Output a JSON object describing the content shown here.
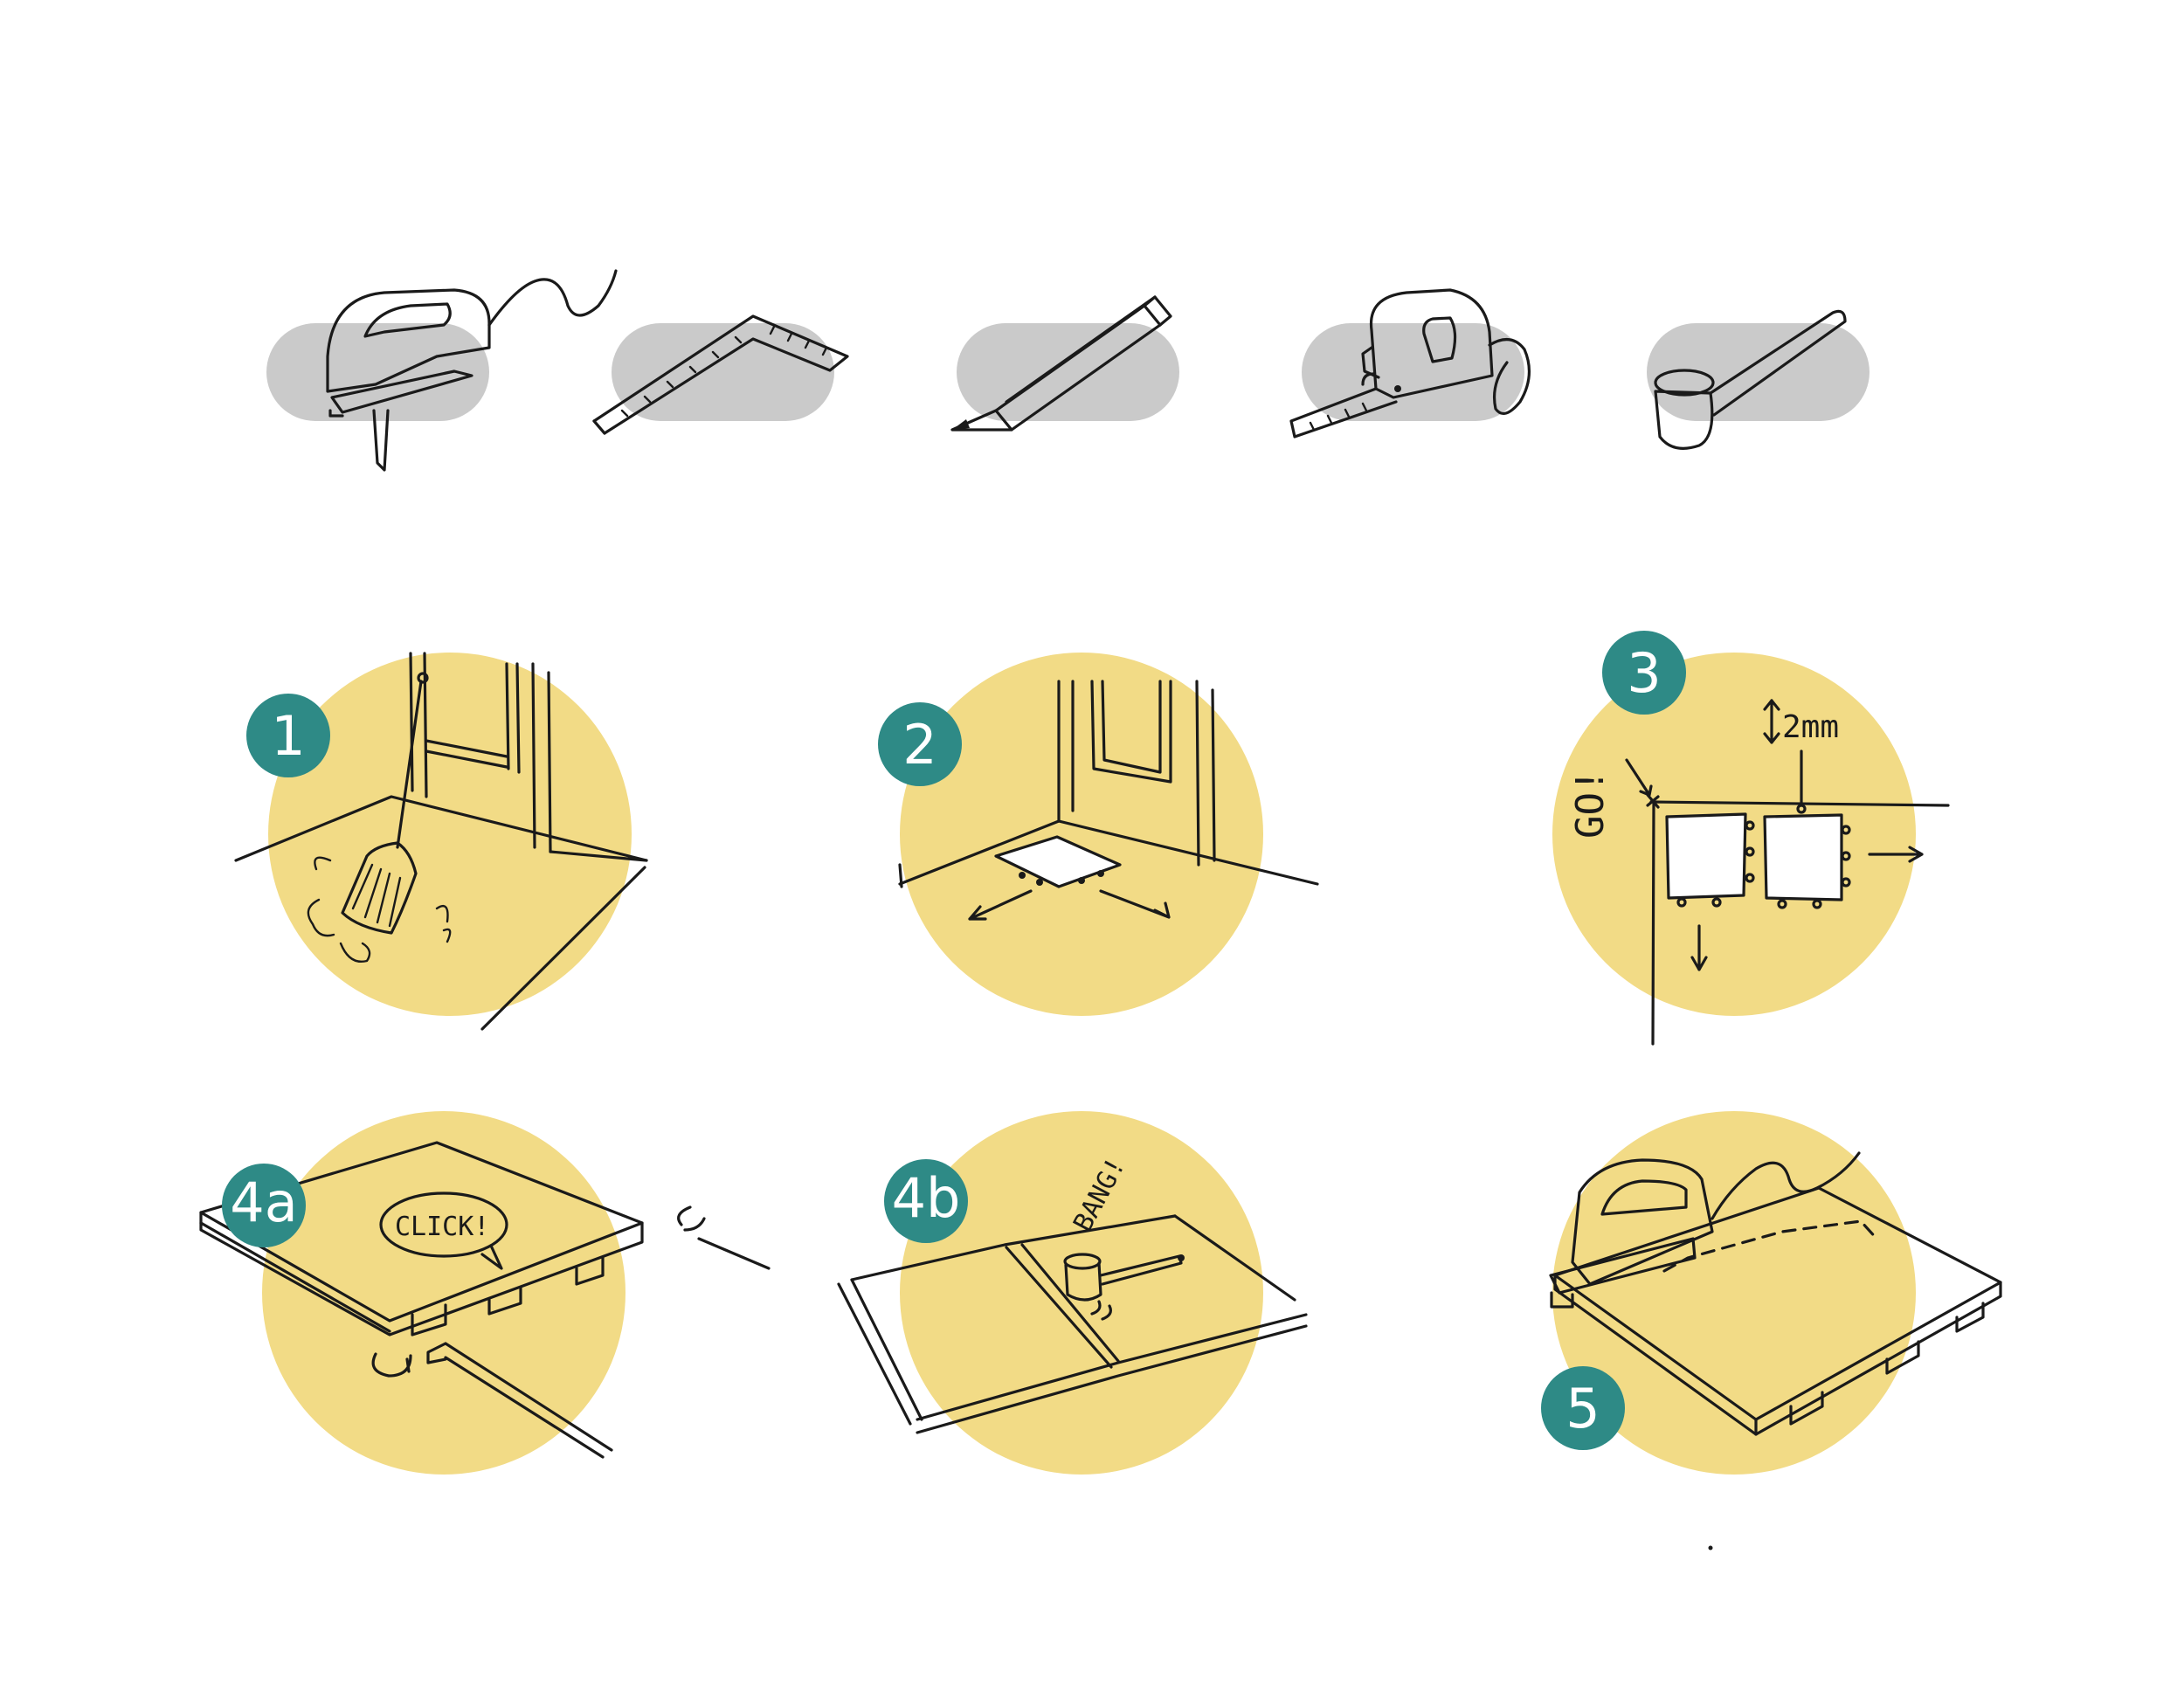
{
  "colors": {
    "tool_pill": "#cacaca",
    "step_circle": "#f2db86",
    "badge": "#2e8a86",
    "ink": "#1a1a1a"
  },
  "tools": [
    {
      "icon": "jigsaw-icon"
    },
    {
      "icon": "carpenter-square-icon"
    },
    {
      "icon": "pencil-icon"
    },
    {
      "icon": "tape-measure-icon"
    },
    {
      "icon": "rubber-mallet-icon"
    }
  ],
  "steps": [
    {
      "number": "1"
    },
    {
      "number": "2"
    },
    {
      "number": "3",
      "gap_label": "2mm",
      "start_label": "GO!"
    },
    {
      "number": "4a",
      "speech": "CLICK!"
    },
    {
      "number": "4b",
      "exclaim": "BANG!"
    },
    {
      "number": "5"
    }
  ]
}
